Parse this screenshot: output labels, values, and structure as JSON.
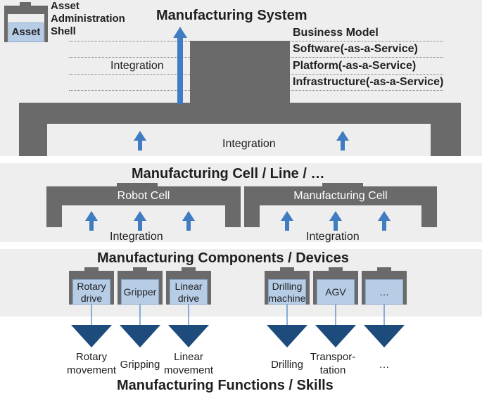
{
  "colors": {
    "band_bg": "#eeeeee",
    "structure_gray": "#6a6a6a",
    "arrow_blue": "#3f7cc1",
    "asset_blue": "#b7cde6",
    "function_navy": "#1c4b7c"
  },
  "legend": {
    "chip_label": "Asset",
    "title_line1": "Asset",
    "title_line2": "Administration",
    "title_line3": "Shell"
  },
  "system": {
    "title": "Manufacturing System",
    "integration_vertical": "Integration",
    "integration_horizontal": "Integration",
    "layers": [
      "Business Model",
      "Software(-as-a-Service)",
      "Platform(-as-a-Service)",
      "Infrastructure(-as-a-Service)"
    ]
  },
  "cell": {
    "title": "Manufacturing Cell / Line / …",
    "left_label": "Robot Cell",
    "right_label": "Manufacturing Cell",
    "left_integration": "Integration",
    "right_integration": "Integration"
  },
  "components": {
    "title": "Manufacturing Components / Devices",
    "items": [
      {
        "line1": "Rotary",
        "line2": "drive"
      },
      {
        "line1": "Gripper",
        "line2": ""
      },
      {
        "line1": "Linear",
        "line2": "drive"
      },
      {
        "line1": "Drilling",
        "line2": "machine"
      },
      {
        "line1": "AGV",
        "line2": ""
      },
      {
        "line1": "…",
        "line2": ""
      }
    ]
  },
  "functions": {
    "title": "Manufacturing Functions / Skills",
    "items": [
      {
        "line1": "Rotary",
        "line2": "movement"
      },
      {
        "line1": "Gripping",
        "line2": ""
      },
      {
        "line1": "Linear",
        "line2": "movement"
      },
      {
        "line1": "Drilling",
        "line2": ""
      },
      {
        "line1": "Transpor-",
        "line2": "tation"
      },
      {
        "line1": "…",
        "line2": ""
      }
    ]
  }
}
